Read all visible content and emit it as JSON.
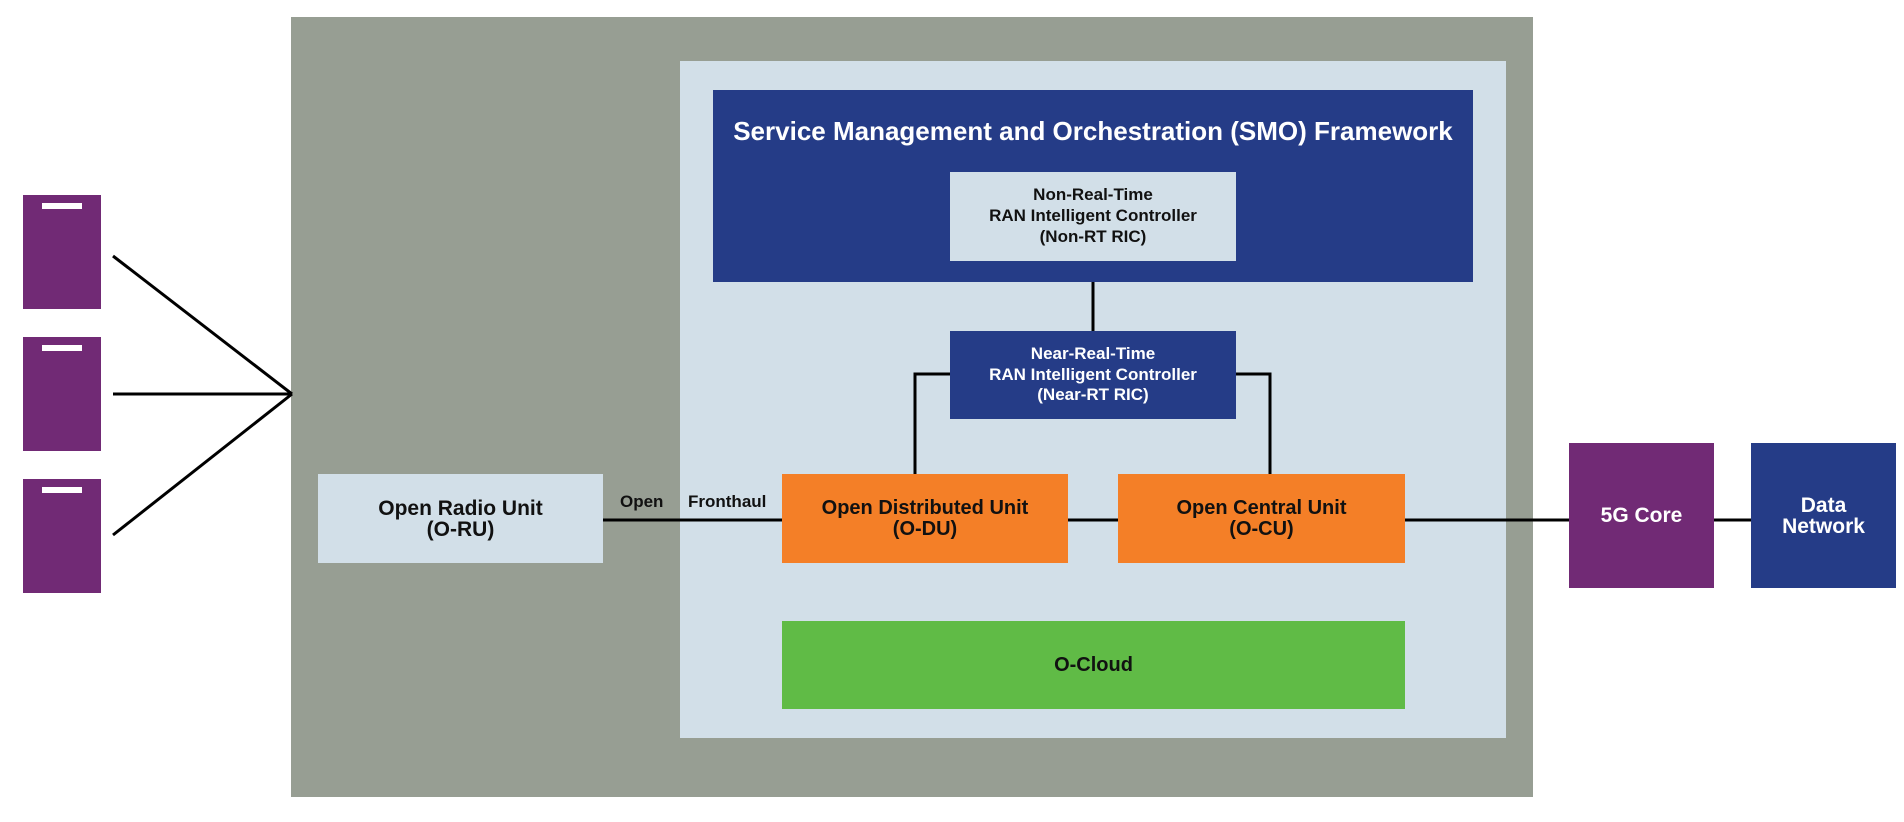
{
  "colors": {
    "outer_panel": "#979e93",
    "inner_panel": "#d2dfe8",
    "navy": "#253c87",
    "purple": "#712a75",
    "orange": "#f47f27",
    "green": "#60bb46",
    "light_box": "#d2dfe8",
    "line": "#000000"
  },
  "devices": [
    {
      "icon": "user-equipment-icon"
    },
    {
      "icon": "user-equipment-icon"
    },
    {
      "icon": "user-equipment-icon"
    }
  ],
  "smo": {
    "title": "Service Management and Orchestration (SMO) Framework"
  },
  "non_rt_ric": {
    "line1": "Non-Real-Time",
    "line2": "RAN Intelligent Controller",
    "line3": "(Non-RT RIC)"
  },
  "near_rt_ric": {
    "line1": "Near-Real-Time",
    "line2": "RAN Intelligent Controller",
    "line3": "(Near-RT RIC)"
  },
  "o_ru": {
    "line1": "Open Radio Unit",
    "line2": "(O-RU)"
  },
  "o_du": {
    "line1": "Open Distributed Unit",
    "line2": "(O-DU)"
  },
  "o_cu": {
    "line1": "Open Central Unit",
    "line2": "(O-CU)"
  },
  "o_cloud": {
    "label": "O-Cloud"
  },
  "fronthaul": {
    "word1": "Open",
    "word2": "Fronthaul"
  },
  "core": {
    "label": "5G Core"
  },
  "data_network": {
    "line1": "Data",
    "line2": "Network"
  }
}
